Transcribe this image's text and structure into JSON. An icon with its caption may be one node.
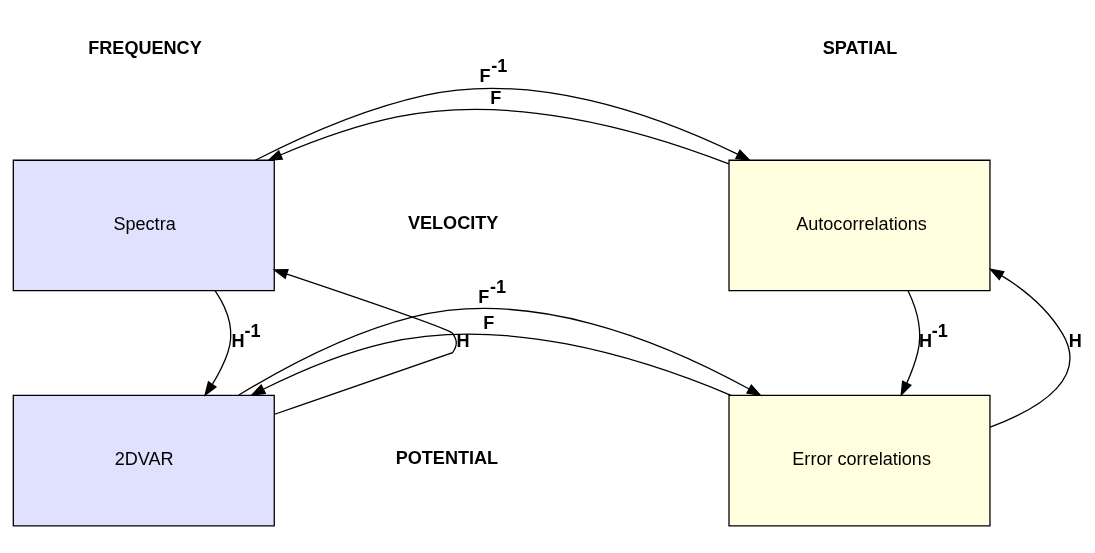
{
  "diagram": {
    "nodes": [
      {
        "text": [
          "Autocorrelations"
        ]
      },
      {
        "text": [
          "Spectra"
        ]
      },
      {
        "text": [
          "Error correlations"
        ]
      },
      {
        "text": [
          "2DVAR"
        ]
      }
    ],
    "edges": [
      {
        "from": 0,
        "to": 1,
        "arrow": "to",
        "label": "F"
      },
      {
        "from": 1,
        "to": 0,
        "arrow": "to",
        "label": "F$^{-1}$"
      },
      {
        "from": 2,
        "to": 0,
        "arrow": "to",
        "label": "H"
      },
      {
        "from": 0,
        "to": 2,
        "arrow": "to",
        "label": "H$^{-1}$"
      },
      {
        "from": 2,
        "to": 3,
        "arrow": "to",
        "label": "F"
      },
      {
        "from": 3,
        "to": 2,
        "arrow": "to",
        "label": "F$^{-1}$"
      },
      {
        "from": 3,
        "to": 1,
        "arrow": "to",
        "label": "H"
      },
      {
        "from": 1,
        "to": 3,
        "arrow": "to",
        "label": "H$^{-1}$"
      }
    ],
    "labels": [
      "SPATIAL",
      "FREQUENCY",
      "VELOCITY",
      "POTENTIAL"
    ]
  }
}
